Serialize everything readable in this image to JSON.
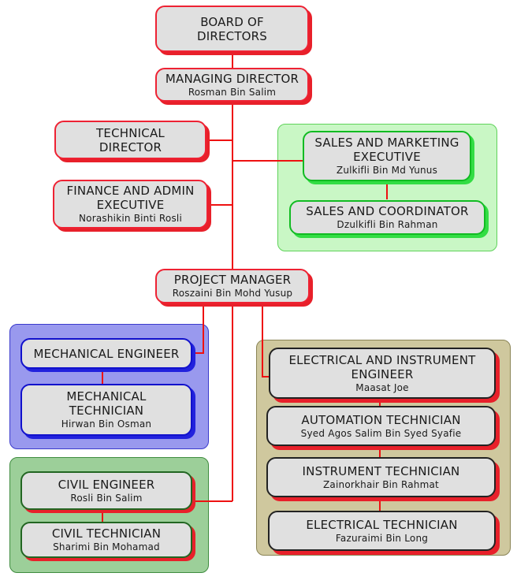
{
  "board": {
    "title": "BOARD OF DIRECTORS"
  },
  "managing_director": {
    "title": "MANAGING DIRECTOR",
    "name": "Rosman Bin Salim"
  },
  "technical_director": {
    "title": "TECHNICAL DIRECTOR"
  },
  "finance_admin": {
    "title": "FINANCE AND ADMIN EXECUTIVE",
    "name": "Norashikin Binti Rosli"
  },
  "sales_marketing": {
    "title": "SALES AND MARKETING EXECUTIVE",
    "name": "Zulkifli Bin Md Yunus"
  },
  "sales_coordinator": {
    "title": "SALES AND COORDINATOR",
    "name": "Dzulkifli Bin Rahman"
  },
  "project_manager": {
    "title": "PROJECT MANAGER",
    "name": "Roszaini Bin Mohd Yusup"
  },
  "mechanical_engineer": {
    "title": "MECHANICAL ENGINEER"
  },
  "mechanical_technician": {
    "title": "MECHANICAL TECHNICIAN",
    "name": "Hirwan Bin Osman"
  },
  "civil_engineer": {
    "title": "CIVIL ENGINEER",
    "name": "Rosli Bin Salim"
  },
  "civil_technician": {
    "title": "CIVIL TECHNICIAN",
    "name": "Sharimi Bin Mohamad"
  },
  "electrical_instrument_engineer": {
    "title": "ELECTRICAL AND INSTRUMENT ENGINEER",
    "name": "Maasat Joe"
  },
  "automation_technician": {
    "title": "AUTOMATION TECHNICIAN",
    "name": "Syed Agos Salim Bin Syed Syafie"
  },
  "instrument_technician": {
    "title": "INSTRUMENT TECHNICIAN",
    "name": "Zainorkhair Bin Rahmat"
  },
  "electrical_technician": {
    "title": "ELECTRICAL TECHNICIAN",
    "name": "Fazuraimi Bin Long"
  },
  "colors": {
    "line": "#ee1111",
    "sales_panel": "#c9f7c5",
    "mechanical_panel": "#9999ee",
    "civil_panel": "#9ccf99",
    "electrical_panel": "#cfc89e",
    "box_fill": "#e0e0e0"
  }
}
